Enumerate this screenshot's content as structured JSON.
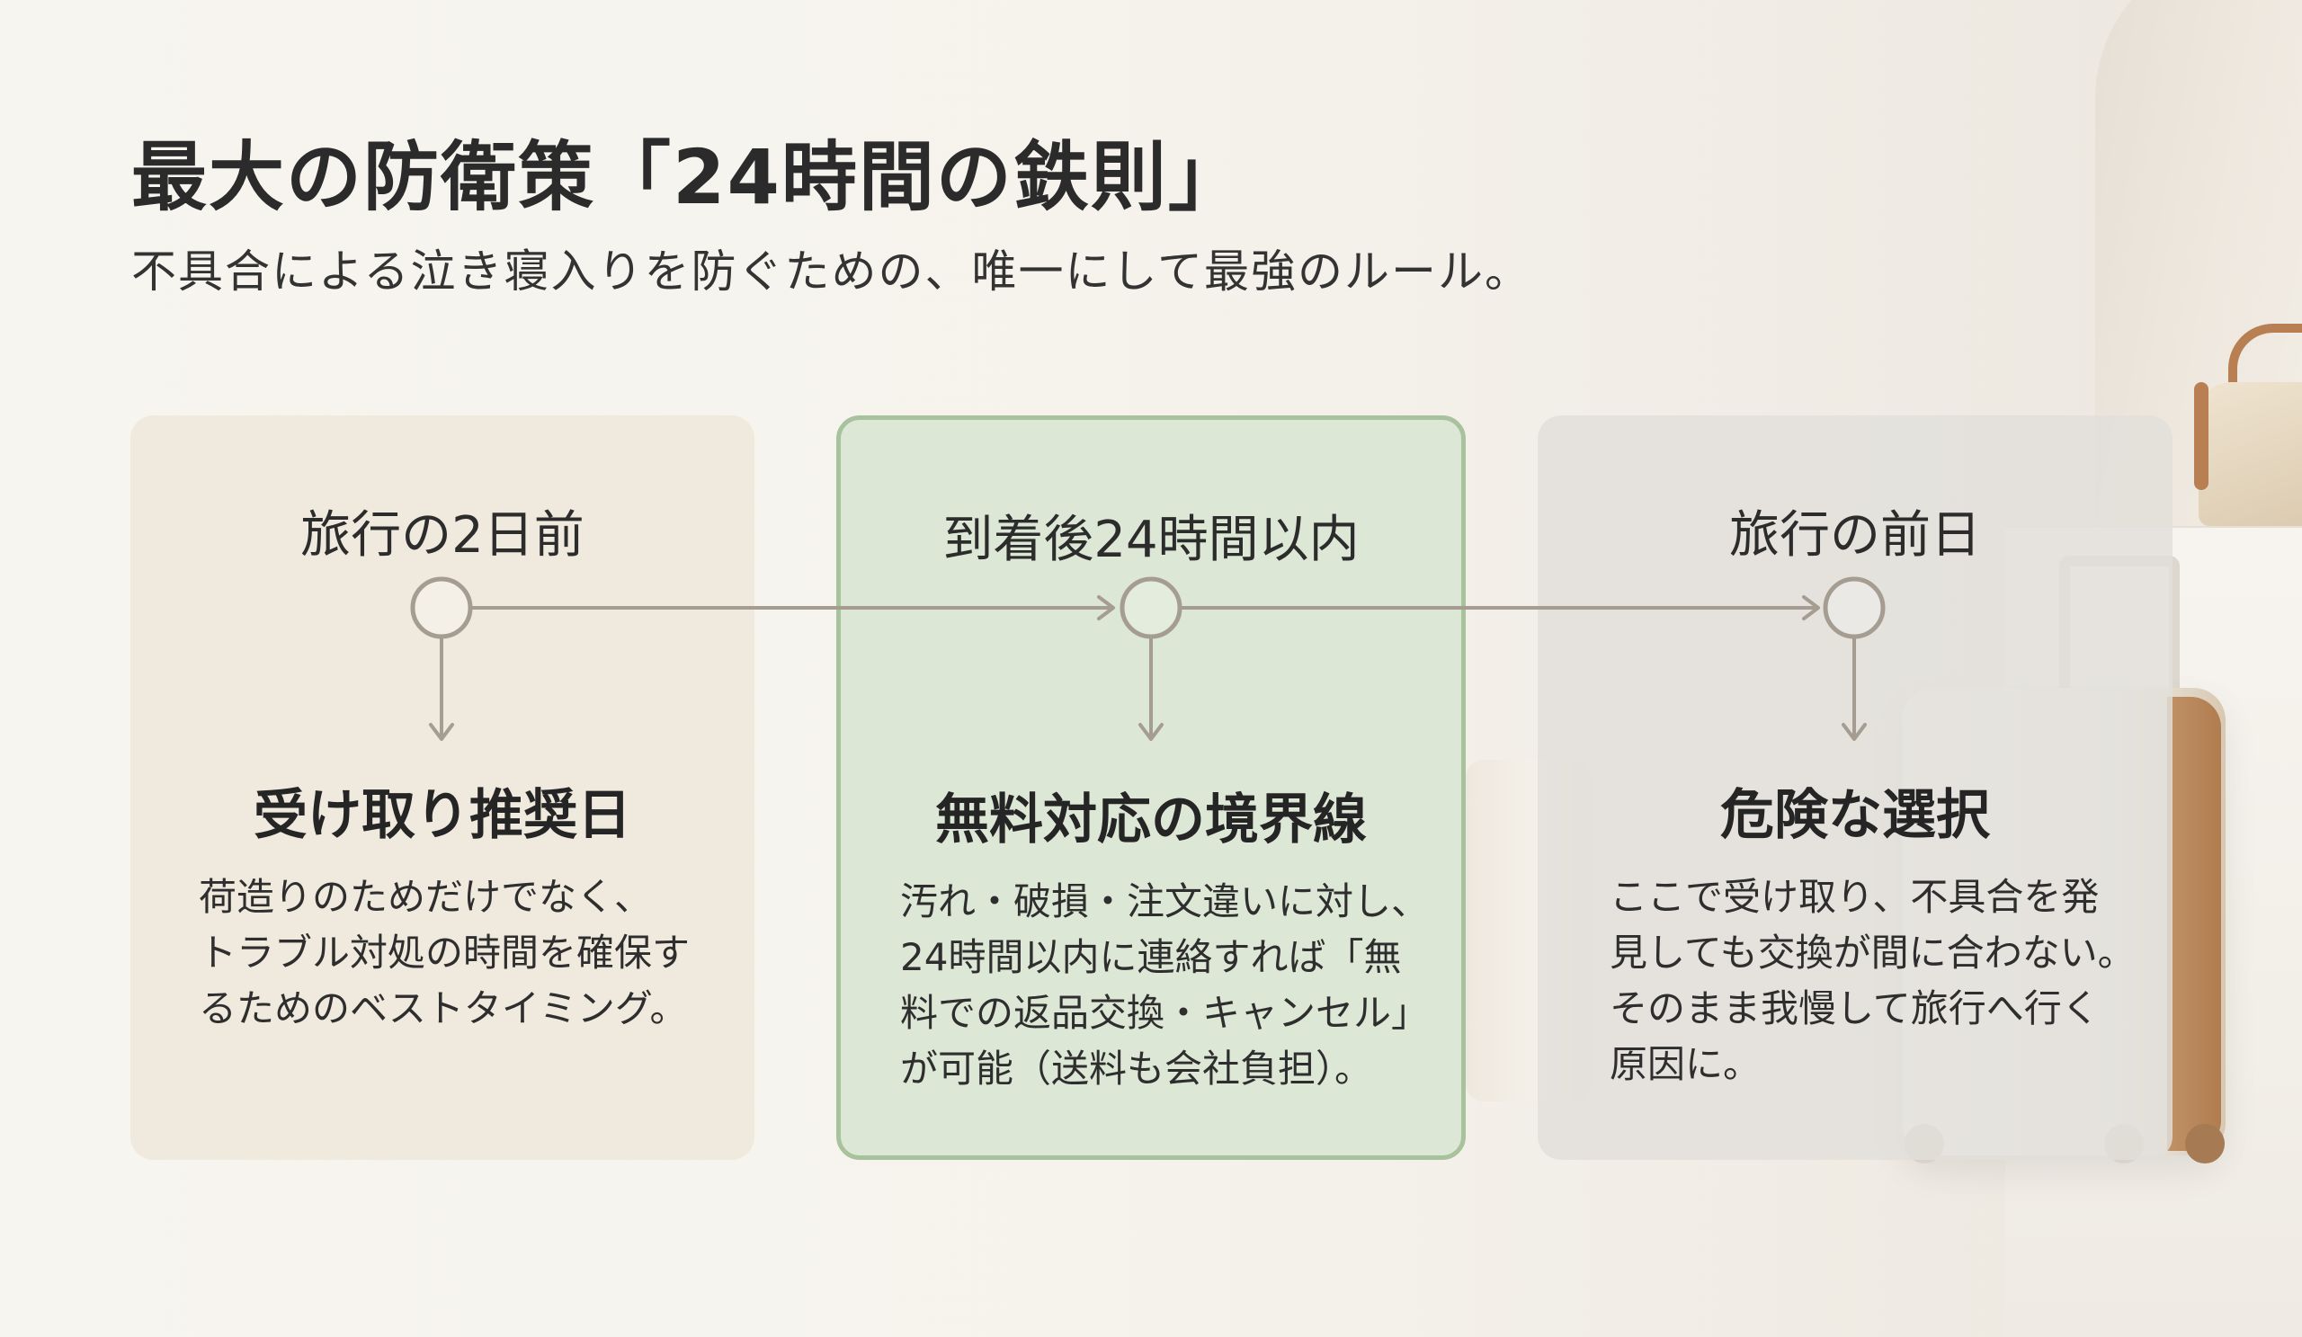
{
  "title": "最大の防衛策「24時間の鉄則」",
  "subtitle": "不具合による泣き寝入りを防ぐための、唯一にして最強のルール。",
  "colors": {
    "card_beige": "#f0e9dd",
    "card_green": "#dde7d6",
    "card_green_border": "#a7c29d",
    "card_gray": "#e2dfda",
    "timeline_stroke": "#a59c92"
  },
  "steps": [
    {
      "label": "旅行の2日前",
      "heading": "受け取り推奨日",
      "body_lines": [
        "荷造りのためだけでなく、",
        "トラブル対処の時間を確保す",
        "るためのベストタイミング。"
      ]
    },
    {
      "label": "到着後24時間以内",
      "heading": "無料対応の境界線",
      "body_lines": [
        "汚れ・破損・注文違いに対し、",
        "24時間以内に連絡すれば「無",
        "料での返品交換・キャンセル」",
        "が可能（送料も会社負担）。"
      ]
    },
    {
      "label": "旅行の前日",
      "heading": "危険な選択",
      "body_lines": [
        "ここで受け取り、不具合を発",
        "見しても交換が間に合わない。",
        "そのまま我慢して旅行へ行く",
        "原因に。"
      ]
    }
  ]
}
